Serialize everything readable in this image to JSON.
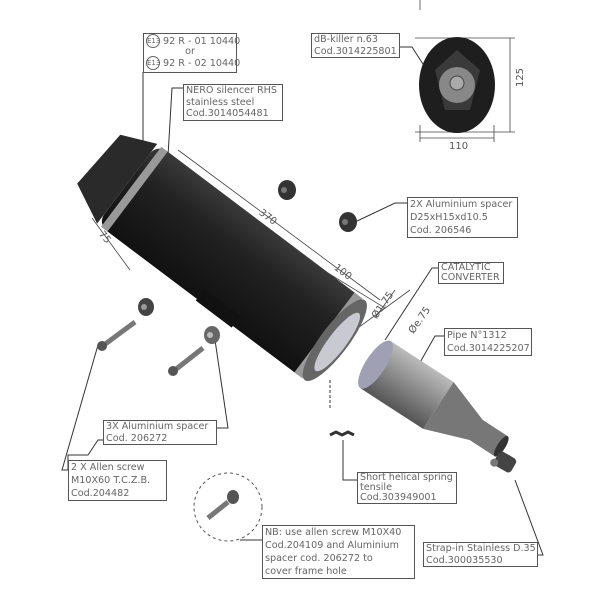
{
  "homologation": {
    "line1_mark": "E13",
    "line1": "92 R - 01 10440",
    "or": "or",
    "line2_mark": "E13",
    "line2": "92 R - 02 10440"
  },
  "silencer": {
    "line1": "NERO silencer RHS",
    "line2": "stainless steel",
    "line3": "Cod.3014054481"
  },
  "db_killer": {
    "line1": "dB-killer n.63",
    "line2": "Cod.3014225801"
  },
  "spacer_2x": {
    "line1": "2X Aluminium spacer",
    "line2": "D25xH15xd10.5",
    "line3": "Cod. 206546"
  },
  "catalytic": {
    "line1": "CATALYTIC",
    "line2": "CONVERTER"
  },
  "pipe": {
    "line1": "Pipe N°1312",
    "line2": "Cod.3014225207"
  },
  "spacer_3x": {
    "line1": "3X Aluminium spacer",
    "line2": "Cod. 206272"
  },
  "allen_screw": {
    "line1": "2 X Allen screw",
    "line2": "M10X60 T.C.Z.B.",
    "line3": "Cod.204482"
  },
  "spring": {
    "line1": "Short helical spring",
    "line2": "tensile",
    "line3": "Cod.303949001"
  },
  "note": {
    "line1": "NB: use allen screw M10X40",
    "line2": "Cod.204109 and Aluminium",
    "line3": "spacer cod. 206272 to",
    "line4": "cover frame hole"
  },
  "strap": {
    "line1": "Strap-in Stainless D.35",
    "line2": "Cod.300035530"
  },
  "dimensions": {
    "length": "370",
    "offset": "100",
    "bracket": "75",
    "outlet_dia": "Ø1.75",
    "inlet_dia": "Øe.75",
    "height": "125",
    "width": "110"
  }
}
